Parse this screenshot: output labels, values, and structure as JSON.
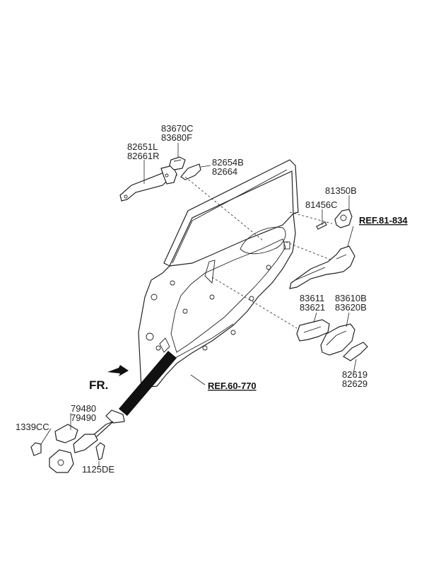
{
  "labels": {
    "p83670C": "83670C",
    "p83680F": "83680F",
    "p82651L": "82651L",
    "p82661R": "82661R",
    "p82654B": "82654B",
    "p82664": "82664",
    "p81350B": "81350B",
    "p81456C": "81456C",
    "ref81": "REF.81-834",
    "p83611": "83611",
    "p83621": "83621",
    "p83610B": "83610B",
    "p83620B": "83620B",
    "p82619": "82619",
    "p82629": "82629",
    "fr": "FR.",
    "ref60": "REF.60-770",
    "p79480": "79480",
    "p79490": "79490",
    "p1339CC": "1339CC",
    "p1125DE": "1125DE"
  }
}
